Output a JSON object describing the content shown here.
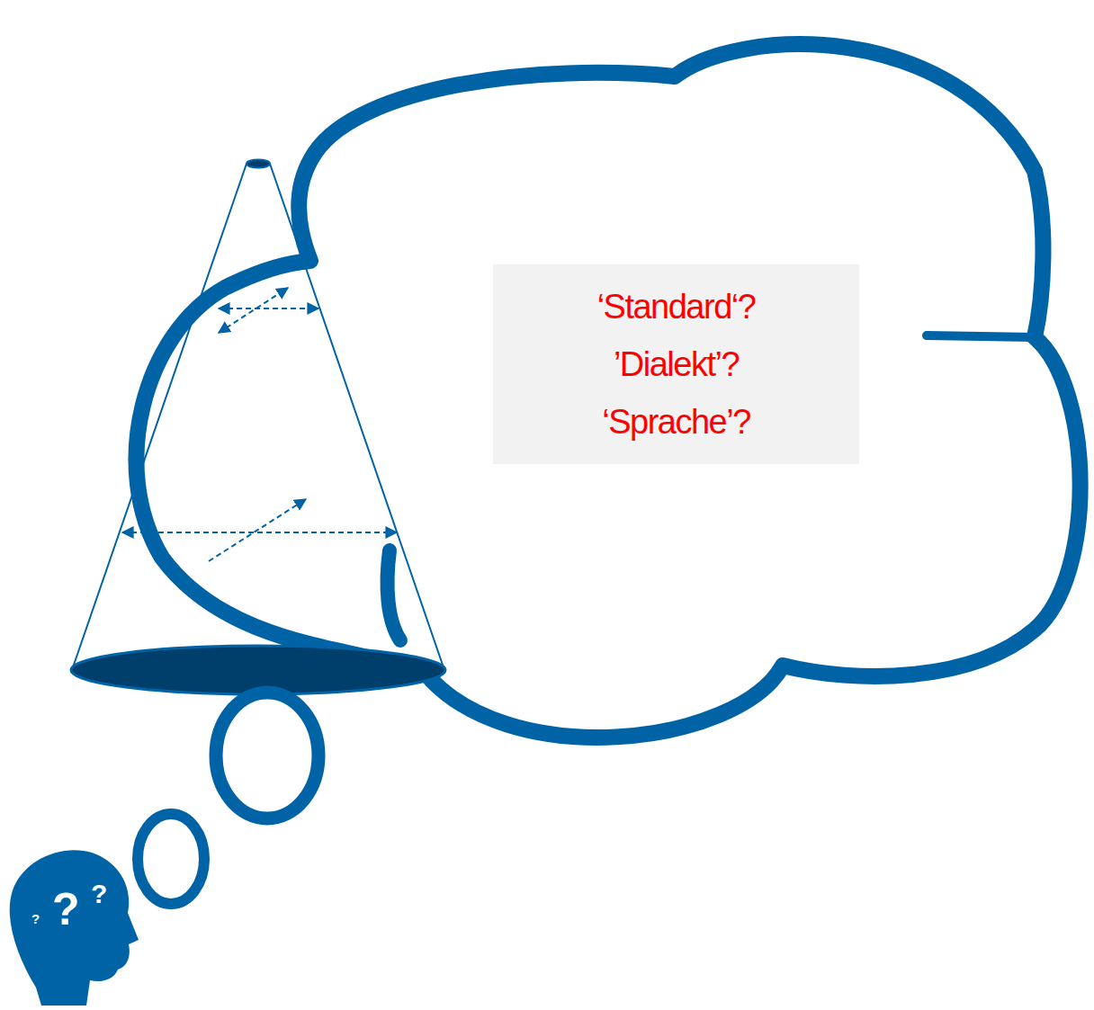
{
  "diagram": {
    "nodes": [
      {
        "text": [
          "‘Standard‘?",
          "’Dialekt’?",
          "‘Sprache’?"
        ]
      }
    ],
    "labels": [
      "?",
      "?",
      "?"
    ]
  }
}
